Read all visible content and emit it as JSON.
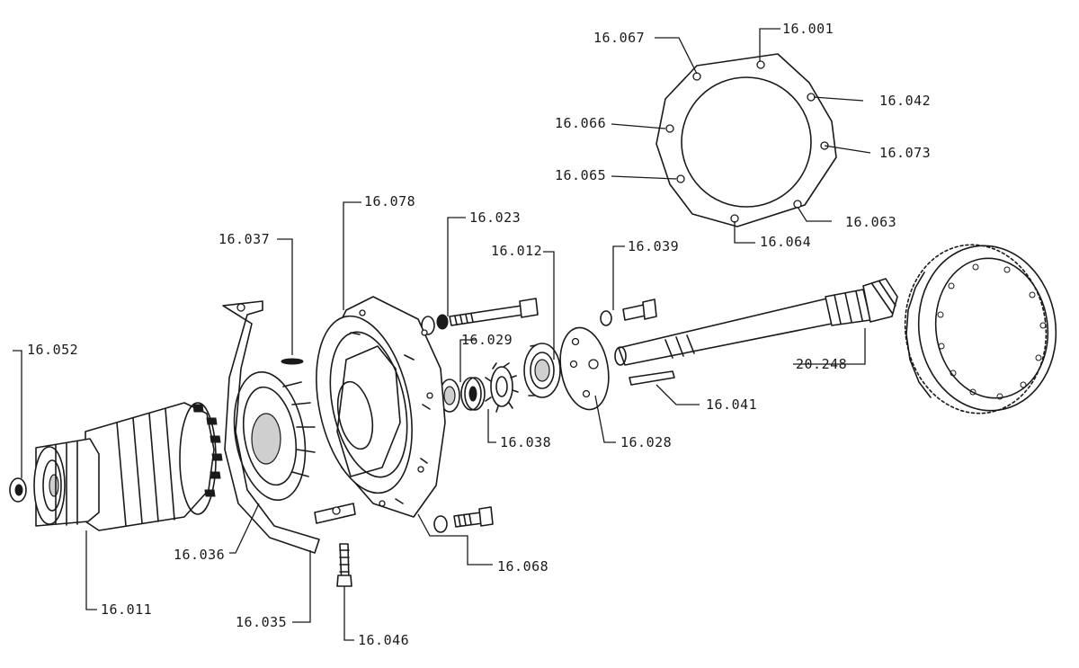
{
  "diagram": {
    "part_labels": {
      "p16_067": "16.067",
      "p16_001": "16.001",
      "p16_042": "16.042",
      "p16_066": "16.066",
      "p16_073": "16.073",
      "p16_065": "16.065",
      "p16_063": "16.063",
      "p16_064": "16.064",
      "p16_078": "16.078",
      "p16_023": "16.023",
      "p16_037": "16.037",
      "p16_012": "16.012",
      "p16_039": "16.039",
      "p16_029": "16.029",
      "p16_052": "16.052",
      "p20_248": "20.248",
      "p16_041": "16.041",
      "p16_038": "16.038",
      "p16_028": "16.028",
      "p16_036": "16.036",
      "p16_068": "16.068",
      "p16_011": "16.011",
      "p16_035": "16.035",
      "p16_046": "16.046"
    }
  }
}
